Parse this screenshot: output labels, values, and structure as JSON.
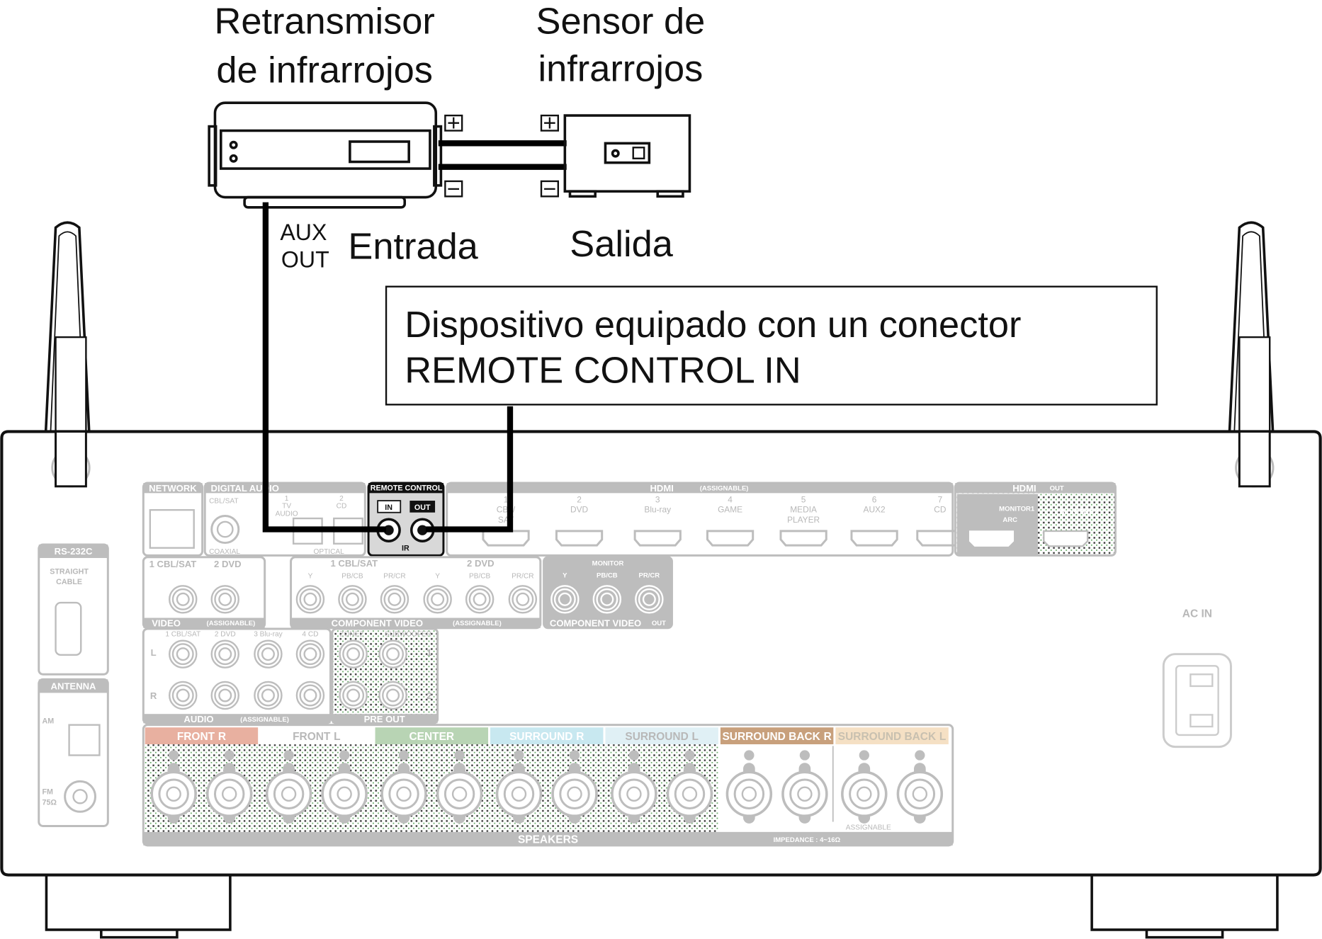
{
  "labels": {
    "retransmitter": [
      "Retransmisor",
      "de infrarrojos"
    ],
    "sensor": [
      "Sensor de",
      "infrarrojos"
    ],
    "aux_out": [
      "AUX",
      "OUT"
    ],
    "input": "Entrada",
    "output": "Salida",
    "plus": "+",
    "minus": "−",
    "device": [
      "Dispositivo equipado con un conector",
      "REMOTE CONTROL IN"
    ]
  },
  "panel": {
    "network": "NETWORK",
    "digital_audio": "DIGITAL AUDIO",
    "in_badge": "IN",
    "out_badge": "OUT",
    "assignable": "(ASSIGNABLE)",
    "cbl_sat": "CBL/SAT",
    "coaxial": "COAXIAL",
    "optical": "OPTICAL",
    "optical_inputs": [
      {
        "num": "1",
        "name": "TV",
        "name2": "AUDIO"
      },
      {
        "num": "2",
        "name": "CD",
        "name2": ""
      }
    ],
    "remote_control": "REMOTE CONTROL",
    "rc_in": "IN",
    "rc_out": "OUT",
    "ir": "IR",
    "hdmi": "HDMI",
    "hdmi_inputs": [
      {
        "num": "1",
        "name": "CBL/",
        "name2": "SAT"
      },
      {
        "num": "2",
        "name": "DVD",
        "name2": ""
      },
      {
        "num": "3",
        "name": "Blu-ray",
        "name2": ""
      },
      {
        "num": "4",
        "name": "GAME",
        "name2": ""
      },
      {
        "num": "5",
        "name": "MEDIA",
        "name2": "PLAYER"
      },
      {
        "num": "6",
        "name": "AUX2",
        "name2": ""
      },
      {
        "num": "7",
        "name": "CD",
        "name2": ""
      }
    ],
    "monitor1": "MONITOR1",
    "arc": "ARC",
    "monitor2": "MONITOR2",
    "rs232c": "RS-232C",
    "straight_cable": [
      "STRAIGHT",
      "CABLE"
    ],
    "antenna": "ANTENNA",
    "am": "AM",
    "fm": [
      "FM",
      "75Ω"
    ],
    "video_inputs": [
      "1 CBL/SAT",
      "2 DVD"
    ],
    "video": "VIDEO",
    "component_groups": [
      "1 CBL/SAT",
      "2 DVD"
    ],
    "component_channels": [
      "Y",
      "PB/CB",
      "PR/CR"
    ],
    "component_video": "COMPONENT VIDEO",
    "monitor": "MONITOR",
    "audio_inputs": [
      "1 CBL/SAT",
      "2 DVD",
      "3 Blu-ray",
      "4 CD"
    ],
    "audio_l": "L",
    "audio_r": "R",
    "audio": "AUDIO",
    "zone2": "ZONE2",
    "subwoofer": "SUBWOOFER",
    "sub_nums": [
      "1",
      "2"
    ],
    "pre_out": "PRE OUT",
    "speakers": "SPEAKERS",
    "impedance": "IMPEDANCE : 4~16Ω",
    "assignable_spk": "ASSIGNABLE",
    "ac_in": "AC IN",
    "speaker_channels": [
      {
        "name": "FRONT",
        "side": "R",
        "color": "#e8b0a0",
        "text": "#ffffff"
      },
      {
        "name": "FRONT",
        "side": "L",
        "color": "#ffffff",
        "text": "#b8b8b8"
      },
      {
        "name": "CENTER",
        "side": "",
        "color": "#b8d4b4",
        "text": "#ffffff"
      },
      {
        "name": "SURROUND",
        "side": "R",
        "color": "#c8e8f0",
        "text": "#ffffff"
      },
      {
        "name": "SURROUND",
        "side": "L",
        "color": "#e0f0f5",
        "text": "#b8b8b8"
      },
      {
        "name": "SURROUND BACK",
        "side": "R",
        "color": "#c8a07c",
        "text": "#ffffff"
      },
      {
        "name": "SURROUND BACK",
        "side": "L",
        "color": "#f5e0c4",
        "text": "#c8c0b0"
      }
    ]
  }
}
